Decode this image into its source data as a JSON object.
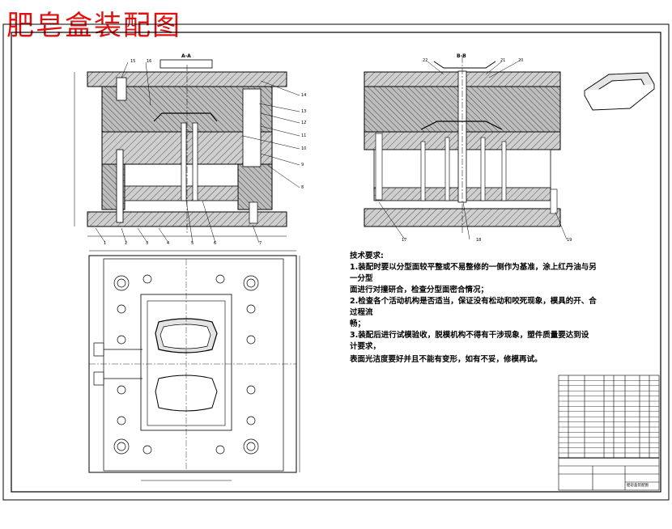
{
  "title": "肥皂盒装配图",
  "views": {
    "left_section": "A-A",
    "right_section": "B-B"
  },
  "callouts_left_bottom": [
    "1",
    "2",
    "3",
    "4",
    "5",
    "6",
    "7"
  ],
  "callouts_left_right": [
    "14",
    "13",
    "12",
    "11",
    "10",
    "9",
    "8"
  ],
  "callouts_left_top": [
    "15",
    "16"
  ],
  "callouts_right_top": [
    "22",
    "21",
    "20"
  ],
  "callouts_right_bottom": [
    "17",
    "18",
    "19"
  ],
  "tech_requirements": {
    "heading": "技术要求:",
    "lines": [
      "1.装配时要以分型面较平整或不易整修的一侧作为基准，涂上红丹油与另",
      "一分型",
      "面进行对撞研合，检查分型面密合情况；",
      "2.检查各个活动机构是否适当，保证没有松动和咬死现象，模具的开、合",
      "过程流",
      "畅；",
      "3.装配后进行试模验收，脱模机构不得有干涉现象，塑件质量要达到设",
      "计要求，",
      "表面光洁度要好并且不能有变形，如有不妥，修模再试。"
    ]
  },
  "title_block": {
    "drawing_name": "肥皂盒装配图"
  }
}
